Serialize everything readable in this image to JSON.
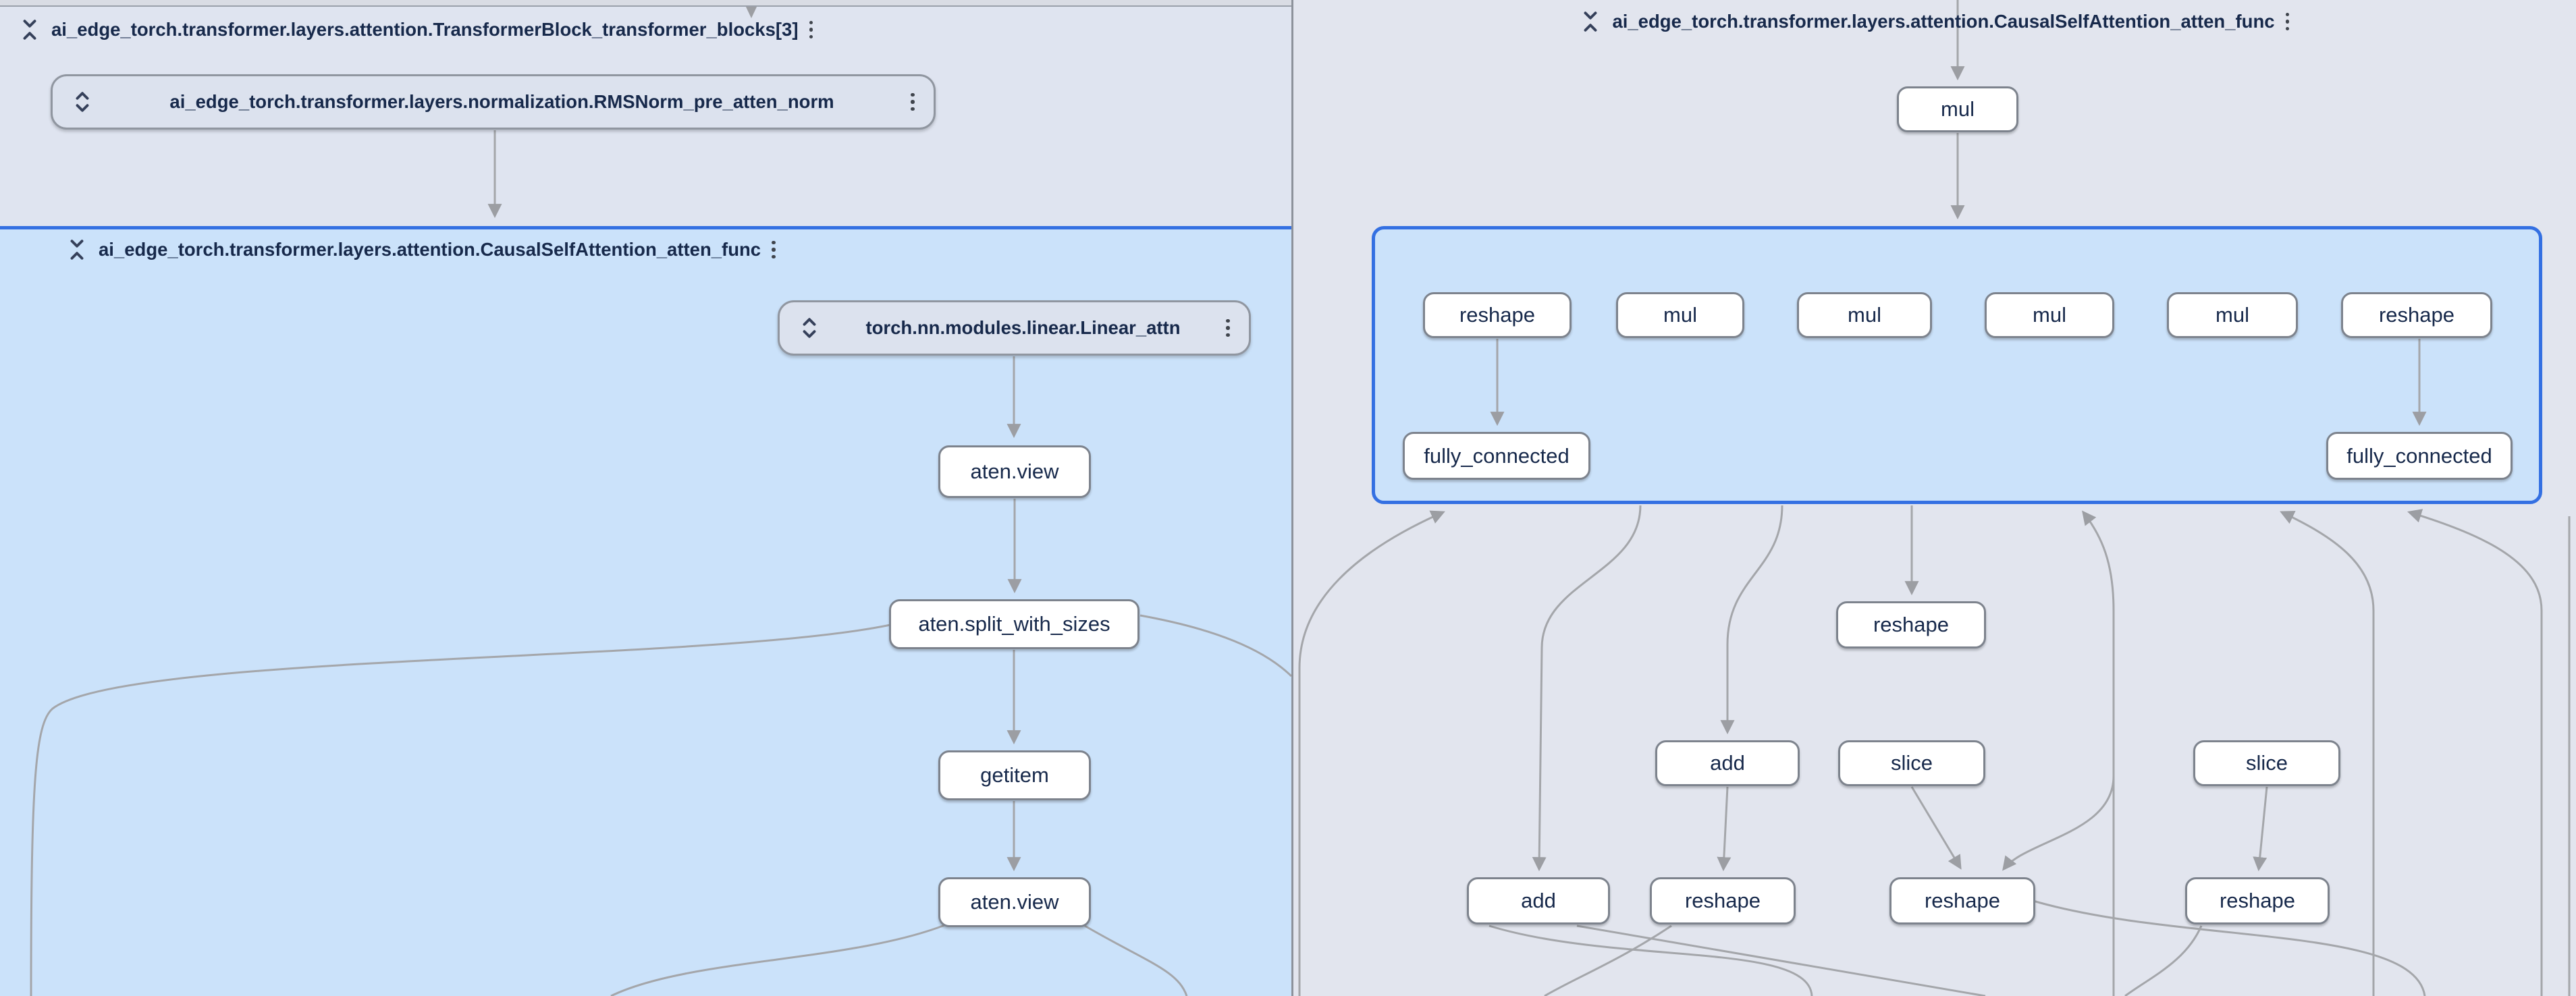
{
  "colors": {
    "accent_blue": "#3470e2",
    "region_fill": "#cbe2fa",
    "left_canvas": "#dfe4f0",
    "right_canvas": "#e2e5ee",
    "node_fill": "#ffffff",
    "node_border": "#7d838d",
    "group_node_fill": "#dce2ee",
    "edge": "#a4a6aa",
    "text": "#17294b",
    "divider": "#8d929b"
  },
  "left_pane": {
    "transformer_block": {
      "title": "ai_edge_torch.transformer.layers.attention.TransformerBlock_transformer_blocks[3]",
      "collapse_icon": "unfold-less-icon",
      "menu_icon": "kebab-menu-icon"
    },
    "rmsnorm_node": {
      "label": "ai_edge_torch.transformer.layers.normalization.RMSNorm_pre_atten_norm",
      "expand_icon": "unfold-more-icon",
      "menu_icon": "kebab-menu-icon"
    },
    "attention_group": {
      "title": "ai_edge_torch.transformer.layers.attention.CausalSelfAttention_atten_func",
      "collapse_icon": "unfold-less-icon",
      "menu_icon": "kebab-menu-icon"
    },
    "linear_node": {
      "label": "torch.nn.modules.linear.Linear_attn",
      "expand_icon": "unfold-more-icon",
      "menu_icon": "kebab-menu-icon"
    },
    "op_nodes": [
      "aten.view",
      "aten.split_with_sizes",
      "getitem",
      "aten.view"
    ]
  },
  "right_pane": {
    "mul_node": "mul",
    "attention_group": {
      "title": "ai_edge_torch.transformer.layers.attention.CausalSelfAttention_atten_func",
      "collapse_icon": "unfold-less-icon",
      "menu_icon": "kebab-menu-icon"
    },
    "row1": [
      "reshape",
      "mul",
      "mul",
      "mul",
      "mul",
      "reshape"
    ],
    "fc_nodes": [
      "fully_connected",
      "fully_connected"
    ],
    "mid_node": "reshape",
    "row2": [
      "add",
      "slice",
      "slice"
    ],
    "row3": [
      "add",
      "reshape",
      "reshape",
      "reshape"
    ]
  }
}
